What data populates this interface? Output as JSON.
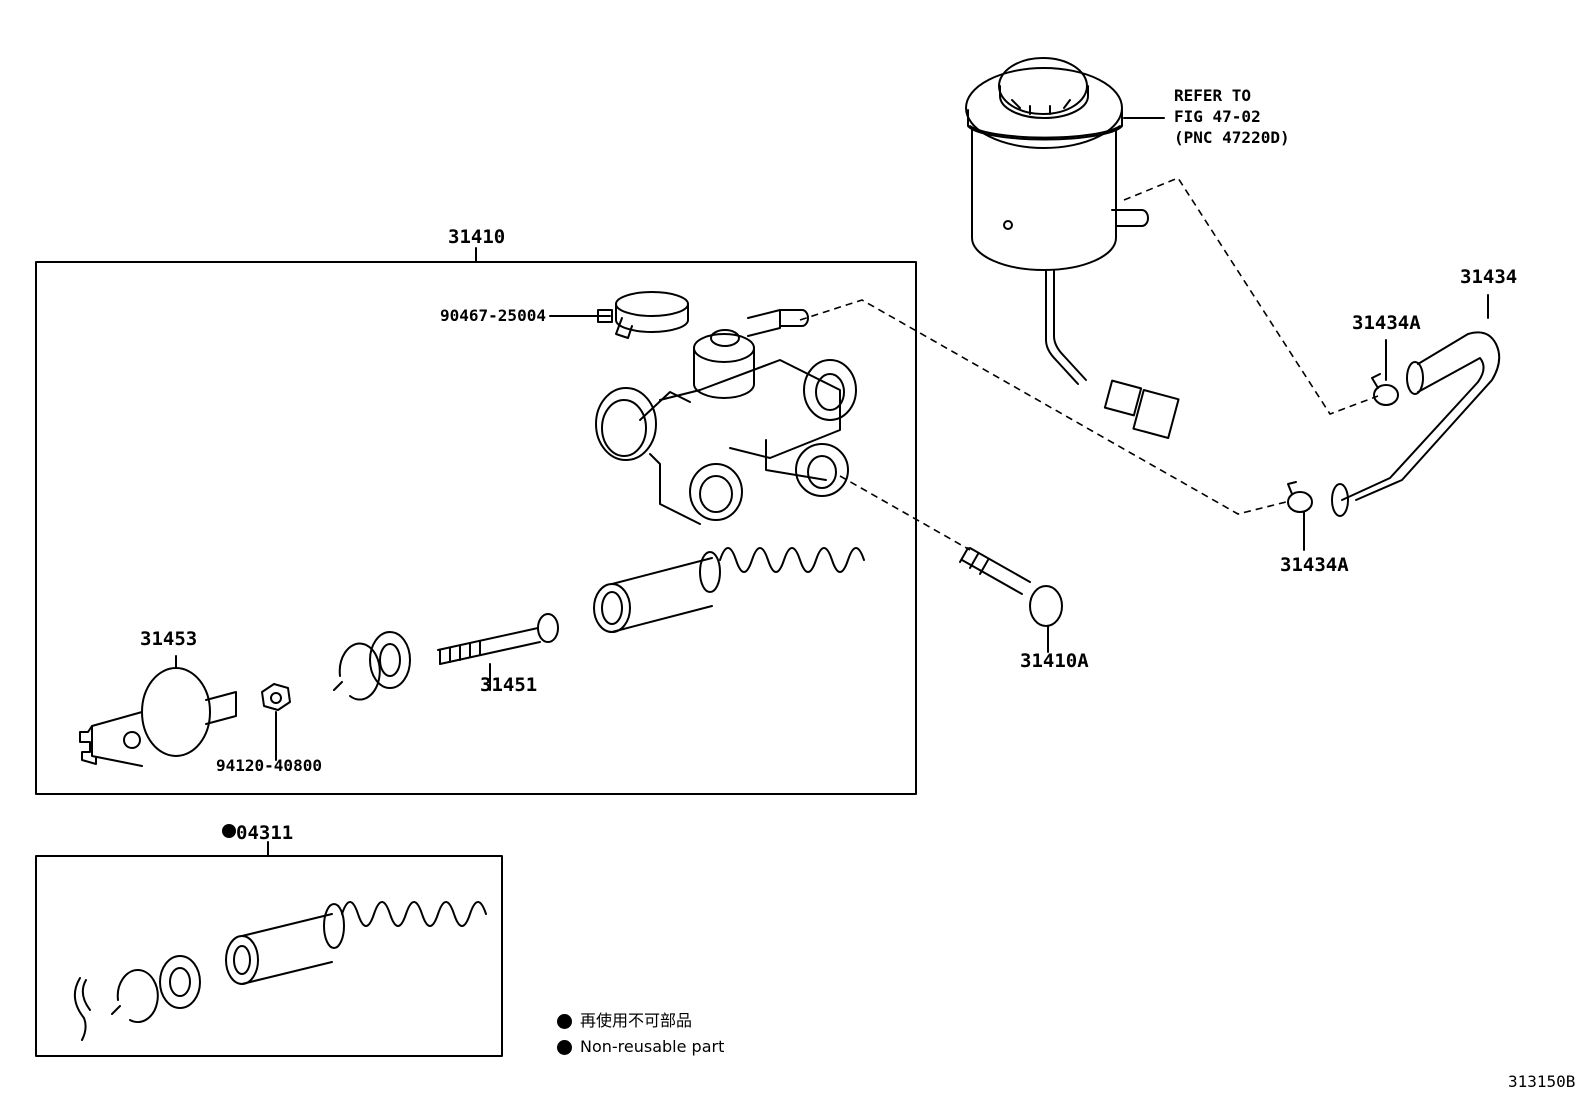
{
  "labels": {
    "assy_31410": "31410",
    "clamp_90467": "90467-25004",
    "kit_31453": "31453",
    "bolt_31451": "31451",
    "nut_94120": "94120-40800",
    "pin_31410A": "31410A",
    "hose_31434": "31434",
    "clip_31434A_top": "31434A",
    "clip_31434A_bottom": "31434A",
    "kit_04311": "04311"
  },
  "refer": {
    "line1": "REFER TO",
    "line2": "FIG 47-02",
    "line3": "(PNC 47220D)"
  },
  "legend": {
    "jp": "再使用不可部品",
    "en": "Non-reusable part"
  },
  "figure_code": "313150B"
}
